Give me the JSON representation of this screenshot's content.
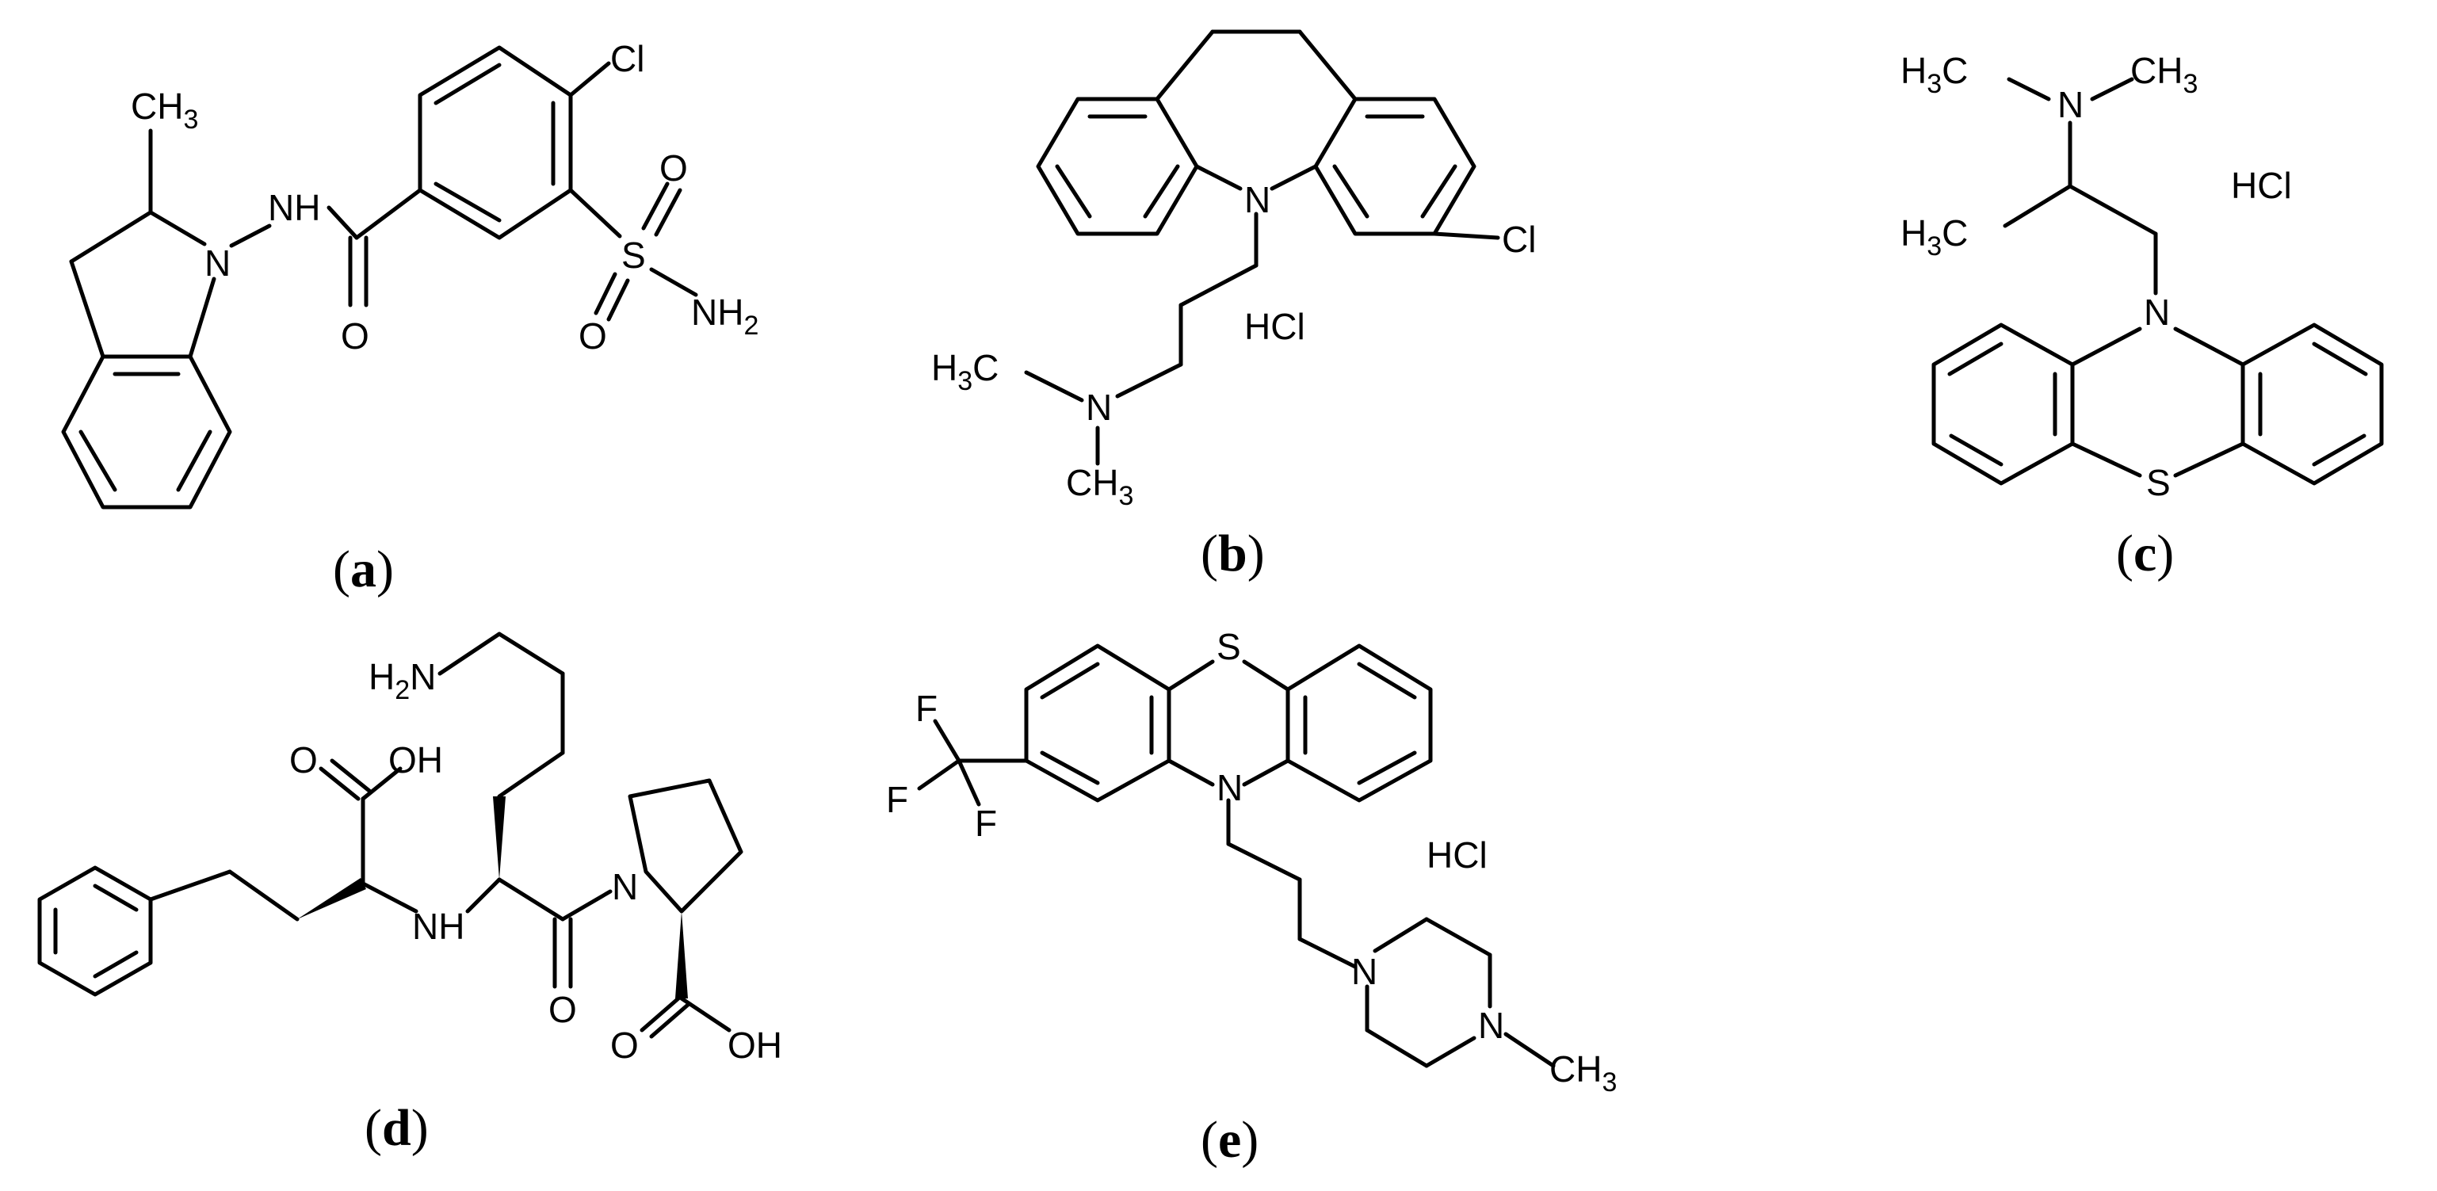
{
  "structures": [
    {
      "id": "a",
      "caption": {
        "open": "(",
        "letter": "a",
        "close": ")"
      },
      "labels": {
        "methyl": "CH",
        "methyl_sub": "3",
        "nh": "NH",
        "n_ring": "N",
        "cl": "Cl",
        "o_carbonyl": "O",
        "s": "S",
        "o_top": "O",
        "o_bottom": "O",
        "nh2": "NH",
        "nh2_sub": "2"
      }
    },
    {
      "id": "b",
      "caption": {
        "open": "(",
        "letter": "b",
        "close": ")"
      },
      "labels": {
        "n_ring": "N",
        "cl": "Cl",
        "hcl": "HCl",
        "h3c_h": "H",
        "h3c_sub": "3",
        "h3c_c": "C",
        "n_amine": "N",
        "ch3": "CH",
        "ch3_sub": "3"
      }
    },
    {
      "id": "c",
      "caption": {
        "open": "(",
        "letter": "c",
        "close": ")"
      },
      "labels": {
        "h3c_left_h": "H",
        "h3c_left_sub": "3",
        "h3c_left_c": "C",
        "n_amine": "N",
        "ch3_right": "CH",
        "ch3_right_sub": "3",
        "h3c_mid_h": "H",
        "h3c_mid_sub": "3",
        "h3c_mid_c": "C",
        "hcl": "HCl",
        "n_ring": "N",
        "s": "S"
      }
    },
    {
      "id": "d",
      "caption": {
        "open": "(",
        "letter": "d",
        "close": ")"
      },
      "labels": {
        "h2n_h": "H",
        "h2n_sub": "2",
        "h2n_n": "N",
        "o_acid_top": "O",
        "oh_top": "OH",
        "nh": "NH",
        "n_pro": "N",
        "o_amide": "O",
        "o_acid_bottom": "O",
        "oh_bottom": "OH"
      }
    },
    {
      "id": "e",
      "caption": {
        "open": "(",
        "letter": "e",
        "close": ")"
      },
      "labels": {
        "s": "S",
        "n_ring": "N",
        "f1": "F",
        "f2": "F",
        "f3": "F",
        "hcl": "HCl",
        "n_pip1": "N",
        "n_pip2": "N",
        "ch3": "CH",
        "ch3_sub": "3"
      }
    }
  ]
}
